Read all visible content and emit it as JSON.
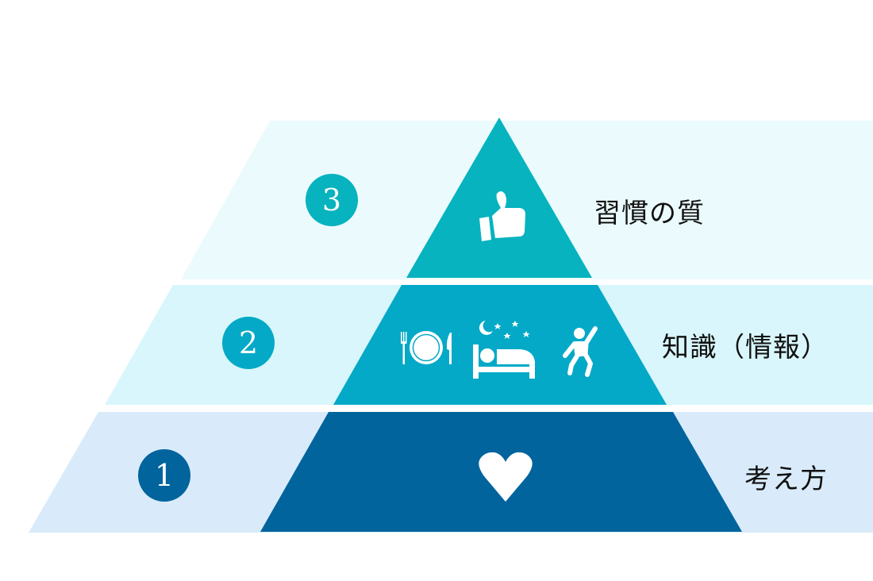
{
  "colors": {
    "background": "#ffffff",
    "band_top": "#ebfbfd",
    "band_middle": "#d8f6fb",
    "band_bottom": "#d9ebfa",
    "tier_top": "#06b3be",
    "tier_middle": "#03a9c7",
    "tier_bottom": "#02649d",
    "icon": "#ffffff",
    "label_text": "#111111"
  },
  "tiers": [
    {
      "level": 3,
      "number": "3",
      "label": "習慣の質",
      "icon": "thumbs-up-icon",
      "badge_color": "#06b3be"
    },
    {
      "level": 2,
      "number": "2",
      "label": "知識（情報）",
      "icons": [
        "fork-plate-knife-icon",
        "sleep-bed-moon-stars-icon",
        "exercise-person-icon"
      ],
      "badge_color": "#03a9c7"
    },
    {
      "level": 1,
      "number": "1",
      "label": "考え方",
      "icon": "heart-icon",
      "badge_color": "#02649d"
    }
  ]
}
